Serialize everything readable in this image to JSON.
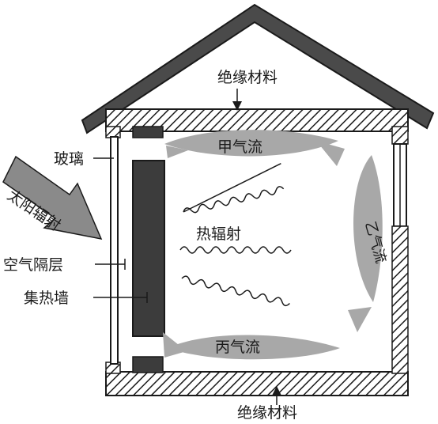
{
  "labels": {
    "roof_insulation": "绝缘材料",
    "floor_insulation": "绝缘材料",
    "glass": "玻璃",
    "solar_radiation": "太阳辐射",
    "air_gap": "空气隔层",
    "heat_wall": "集热墙",
    "thermal_radiation": "热辐射",
    "airflow_a": "甲气流",
    "airflow_b": "乙气流",
    "airflow_c": "丙气流"
  },
  "colors": {
    "ink": "#1a1a1a",
    "roof": "#4a4a4a",
    "wall_dark": "#3c3c3c",
    "airflow": "#a8a8a8"
  }
}
